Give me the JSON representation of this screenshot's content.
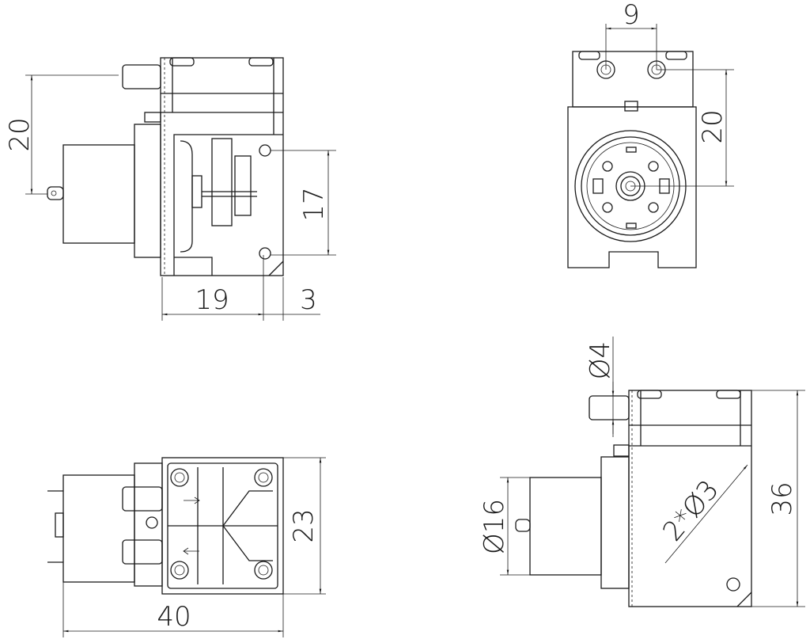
{
  "views": {
    "side_view": {
      "dim_height": "20",
      "dim_holes": "17",
      "dim_depth": "19",
      "dim_offset": "3"
    },
    "front_view": {
      "dim_port_spacing": "9",
      "dim_port_height": "20"
    },
    "top_view": {
      "dim_width": "23",
      "dim_length": "40"
    },
    "rear_view": {
      "dim_port_dia": "Ø4",
      "dim_motor_dia": "Ø16",
      "dim_holes": "2*Ø3",
      "dim_height": "36"
    }
  }
}
